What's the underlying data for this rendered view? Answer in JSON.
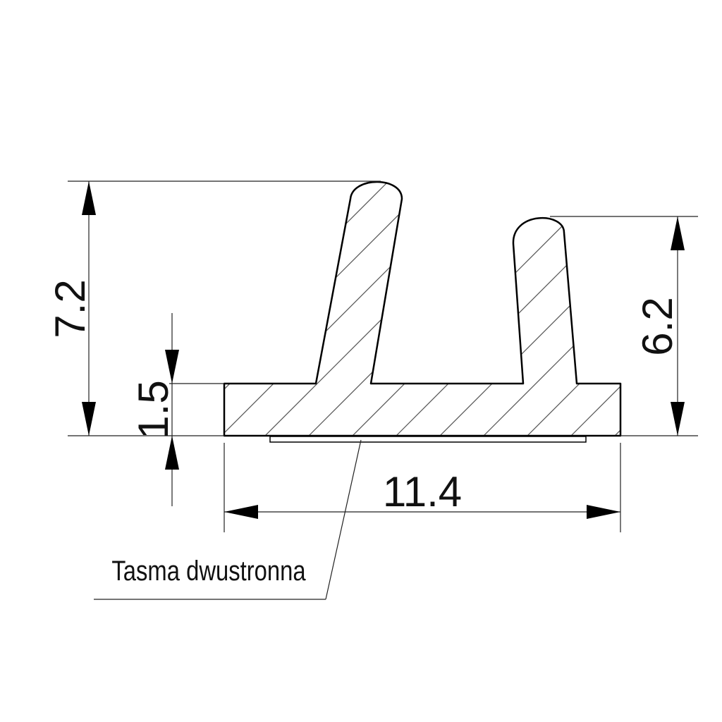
{
  "drawing": {
    "dimensions": {
      "total_height": "7.2",
      "base_height": "1.5",
      "right_leg_height": "6.2",
      "width": "11.4"
    },
    "callout_label": "Tasma dwustronna"
  },
  "colors": {
    "line": "#000000",
    "hatch": "#555555",
    "background": "#ffffff"
  }
}
